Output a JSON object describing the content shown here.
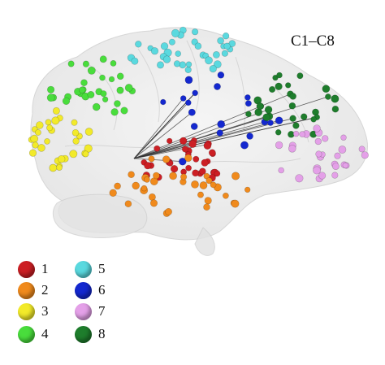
{
  "figure": {
    "panel_label": "C1–C8"
  },
  "legend": [
    {
      "label": "1",
      "color": "#cc1f24"
    },
    {
      "label": "2",
      "color": "#f08a1c"
    },
    {
      "label": "3",
      "color": "#f2ea2a"
    },
    {
      "label": "4",
      "color": "#49dd3c"
    },
    {
      "label": "5",
      "color": "#5ad9df"
    },
    {
      "label": "6",
      "color": "#1428cf"
    },
    {
      "label": "7",
      "color": "#e4a0e8"
    },
    {
      "label": "8",
      "color": "#1e7d2c"
    }
  ],
  "node_groups": [
    {
      "cluster": "3",
      "count": 30
    },
    {
      "cluster": "4",
      "count": 30
    },
    {
      "cluster": "5",
      "count": 35
    },
    {
      "cluster": "6",
      "count": 20
    },
    {
      "cluster": "8",
      "count": 30
    },
    {
      "cluster": "7",
      "count": 30
    },
    {
      "cluster": "1",
      "count": 32
    },
    {
      "cluster": "2",
      "count": 35
    }
  ],
  "connections": {
    "source_cluster": "2",
    "count": 18
  }
}
